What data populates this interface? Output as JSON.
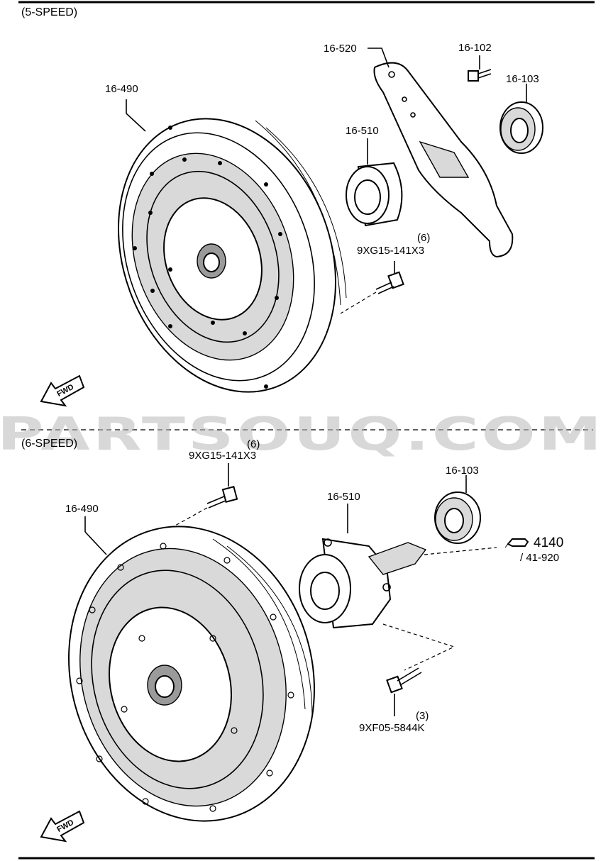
{
  "sections": {
    "five_speed": {
      "title": "(5-SPEED)",
      "labels": {
        "clutch_cover": "16-490",
        "release_fork": "16-520",
        "bolt_fork": "16-102",
        "boot": "16-103",
        "release_bearing": "16-510",
        "bolt_qty": "(6)",
        "bolt_code": "9XG15-141X3"
      },
      "fwd": "FWD"
    },
    "six_speed": {
      "title": "(6-SPEED)",
      "labels": {
        "bolt_qty": "(6)",
        "bolt_code": "9XG15-141X3",
        "boot": "16-103",
        "concentric_slave": "16-510",
        "clutch_cover": "16-490",
        "ref_group": "4140",
        "ref_sub": "/ 41-920",
        "bolt2_qty": "(3)",
        "bolt2_code": "9XF05-5844K"
      },
      "fwd": "FWD"
    }
  },
  "watermark": "PARTSOUQ.COM",
  "colors": {
    "line": "#000000",
    "watermark": "#b8b8b8",
    "fill_gray": "#d9d9d9"
  }
}
